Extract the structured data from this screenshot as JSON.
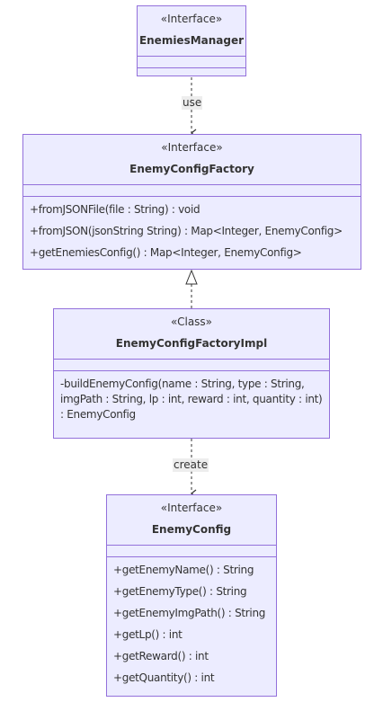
{
  "nodes": {
    "enemies_manager": {
      "stereotype": "«Interface»",
      "name": "EnemiesManager"
    },
    "enemy_config_factory": {
      "stereotype": "«Interface»",
      "name": "EnemyConfigFactory",
      "methods": [
        "+fromJSONFile(file : String) : void",
        "+fromJSON(jsonString String) : Map<Integer, EnemyConfig>",
        "+getEnemiesConfig() : Map<Integer, EnemyConfig>"
      ]
    },
    "enemy_config_factory_impl": {
      "stereotype": "«Class»",
      "name": "EnemyConfigFactoryImpl",
      "methods": [
        "-buildEnemyConfig(name : String, type : String, imgPath : String, lp : int, reward : int, quantity : int) : EnemyConfig"
      ]
    },
    "enemy_config": {
      "stereotype": "«Interface»",
      "name": "EnemyConfig",
      "methods": [
        "+getEnemyName() : String",
        "+getEnemyType() : String",
        "+getEnemyImgPath() : String",
        "+getLp() : int",
        "+getReward() : int",
        "+getQuantity() : int"
      ]
    }
  },
  "edges": {
    "use_label": "use",
    "create_label": "create"
  },
  "colors": {
    "node_fill": "#ECECFF",
    "node_border": "#9370DB",
    "edge": "#333333",
    "text": "#333333"
  }
}
